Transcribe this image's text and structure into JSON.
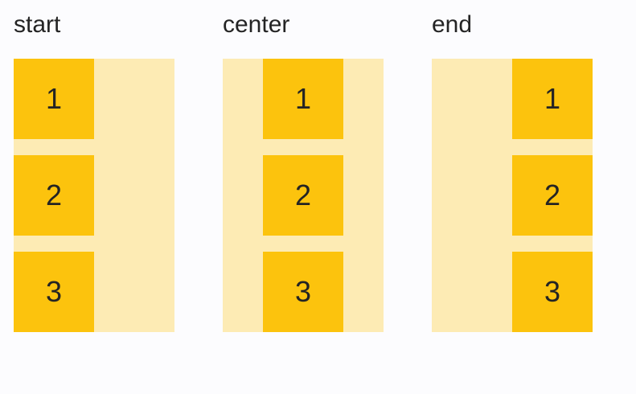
{
  "groups": [
    {
      "label": "start",
      "alignment": "start",
      "items": [
        "1",
        "2",
        "3"
      ]
    },
    {
      "label": "center",
      "alignment": "center",
      "items": [
        "1",
        "2",
        "3"
      ]
    },
    {
      "label": "end",
      "alignment": "end",
      "items": [
        "1",
        "2",
        "3"
      ]
    }
  ],
  "colors": {
    "item": "#fcc30d",
    "container": "#fdebb4",
    "background": "#fcfcfe",
    "text": "#242424"
  }
}
